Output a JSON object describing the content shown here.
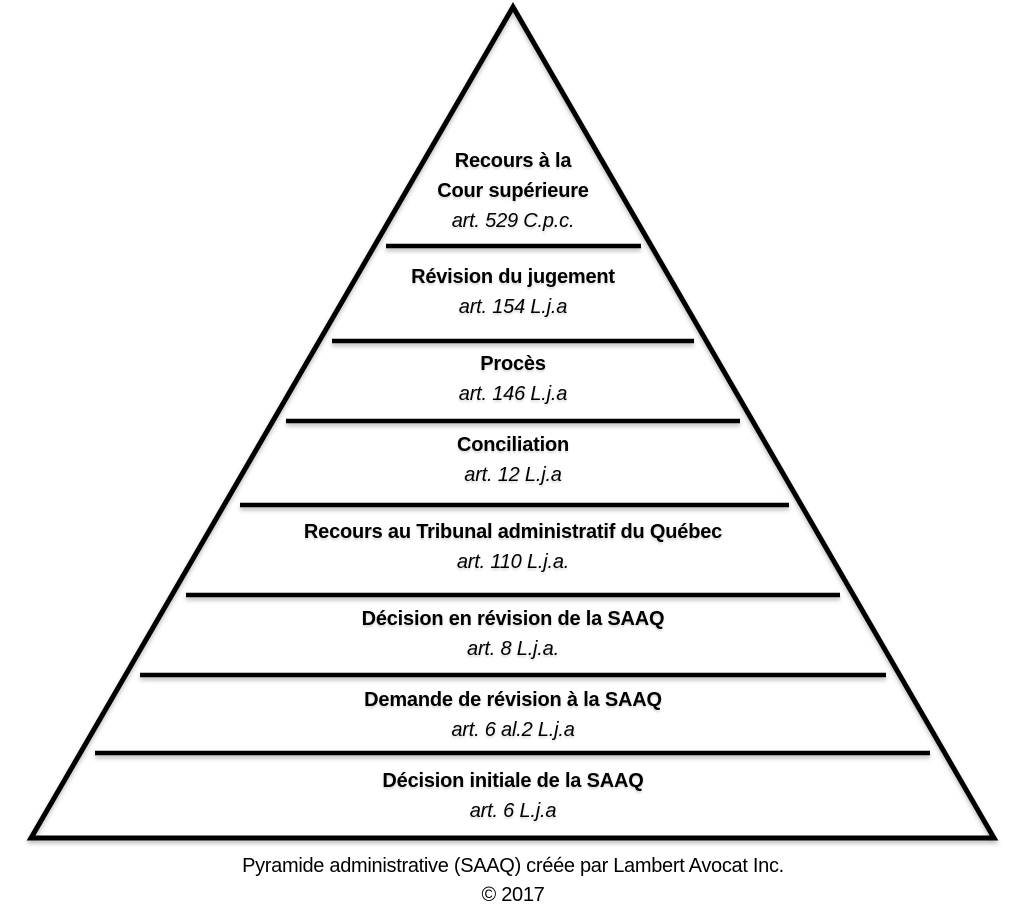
{
  "diagram": {
    "title_semantic": "Administrative recourse pyramid (SAAQ)",
    "levels": [
      {
        "title": "Recours à la\nCour supérieure",
        "article": "art. 529 C.p.c."
      },
      {
        "title": "Révision du jugement",
        "article": "art. 154 L.j.a"
      },
      {
        "title": "Procès",
        "article": "art. 146 L.j.a"
      },
      {
        "title": "Conciliation",
        "article": "art. 12 L.j.a"
      },
      {
        "title": "Recours au Tribunal administratif du Québec",
        "article": "art. 110 L.j.a."
      },
      {
        "title": "Décision en révision de la SAAQ",
        "article": "art. 8 L.j.a."
      },
      {
        "title": "Demande de révision à la SAAQ",
        "article": "art. 6 al.2 L.j.a"
      },
      {
        "title": "Décision initiale de la SAAQ",
        "article": "art. 6 L.j.a"
      }
    ],
    "footer": {
      "credit": "Pyramide administrative (SAAQ) créée par Lambert Avocat Inc.",
      "copyright": "© 2017"
    },
    "colors": {
      "stroke": "#000000",
      "text": "#000000",
      "background": "#ffffff"
    }
  }
}
